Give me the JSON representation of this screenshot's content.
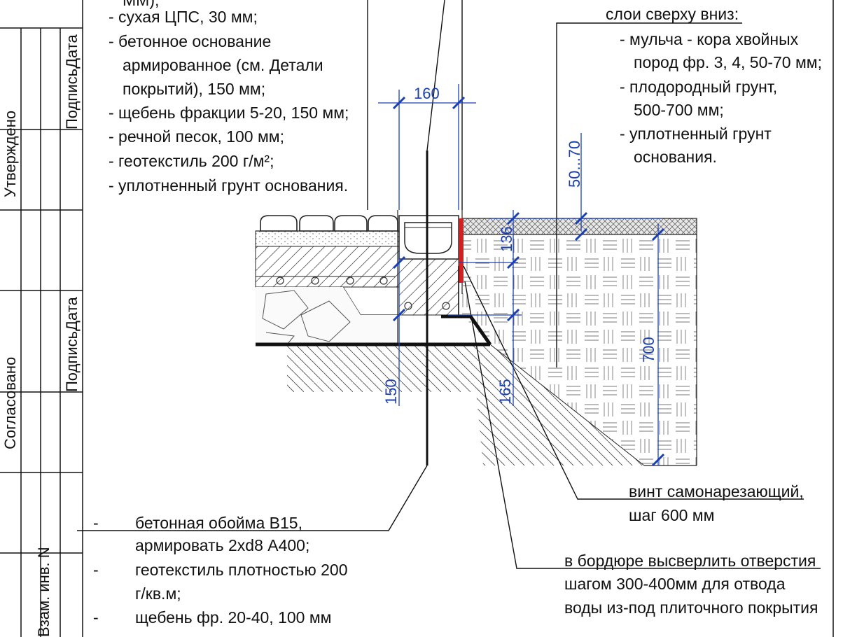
{
  "left_notes": [
    "ММ);",
    "- сухая ЦПС, 30 мм;",
    "- бетонное основание",
    "армированное (см. Детали",
    "покрытий), 150 мм;",
    "- щебень фракции 5-20, 150 мм;",
    "- речной песок, 100 мм;",
    "- геотекстиль 200 г/м²;",
    "- уплотненный грунт основания."
  ],
  "right_notes": {
    "header": "слои сверху вниз:",
    "lines": [
      "- мульча - кора хвойных",
      "пород фр. 3, 4, 50-70 мм;",
      "- плодородный грунт,",
      "500-700 мм;",
      "- уплотненный грунт",
      "основания."
    ]
  },
  "bottom_left_notes": [
    {
      "dash": "-",
      "lines": [
        "бетонная обойма В15,",
        "армировать 2хd8 А400;"
      ]
    },
    {
      "dash": "-",
      "lines": [
        "геотекстиль плотностью 200",
        "г/кв.м;"
      ]
    },
    {
      "dash": "-",
      "lines": [
        "щебень фр. 20-40, 100 мм"
      ]
    }
  ],
  "screw_note": [
    "винт самонарезающий,",
    "шаг 600 мм"
  ],
  "drill_note": [
    "в бордюре высверлить отверстия",
    "шагом 300-400мм для отвода",
    "воды из-под плиточного покрытия"
  ],
  "dimensions": {
    "d160": "160",
    "d50_70": "50...70",
    "d136": "136",
    "d700": "700",
    "d150": "150",
    "d165": "165"
  },
  "side_stamp": {
    "approved": "Утверждено",
    "agreed": "Согласовано",
    "sign_date_top": "ПодписьДата",
    "sign_date_bottom": "ПодписьДата",
    "inv": "Взам. инв. N"
  },
  "colors": {
    "dimension": "#1a3fb5",
    "edging": "#d42020",
    "line": "#111111"
  }
}
